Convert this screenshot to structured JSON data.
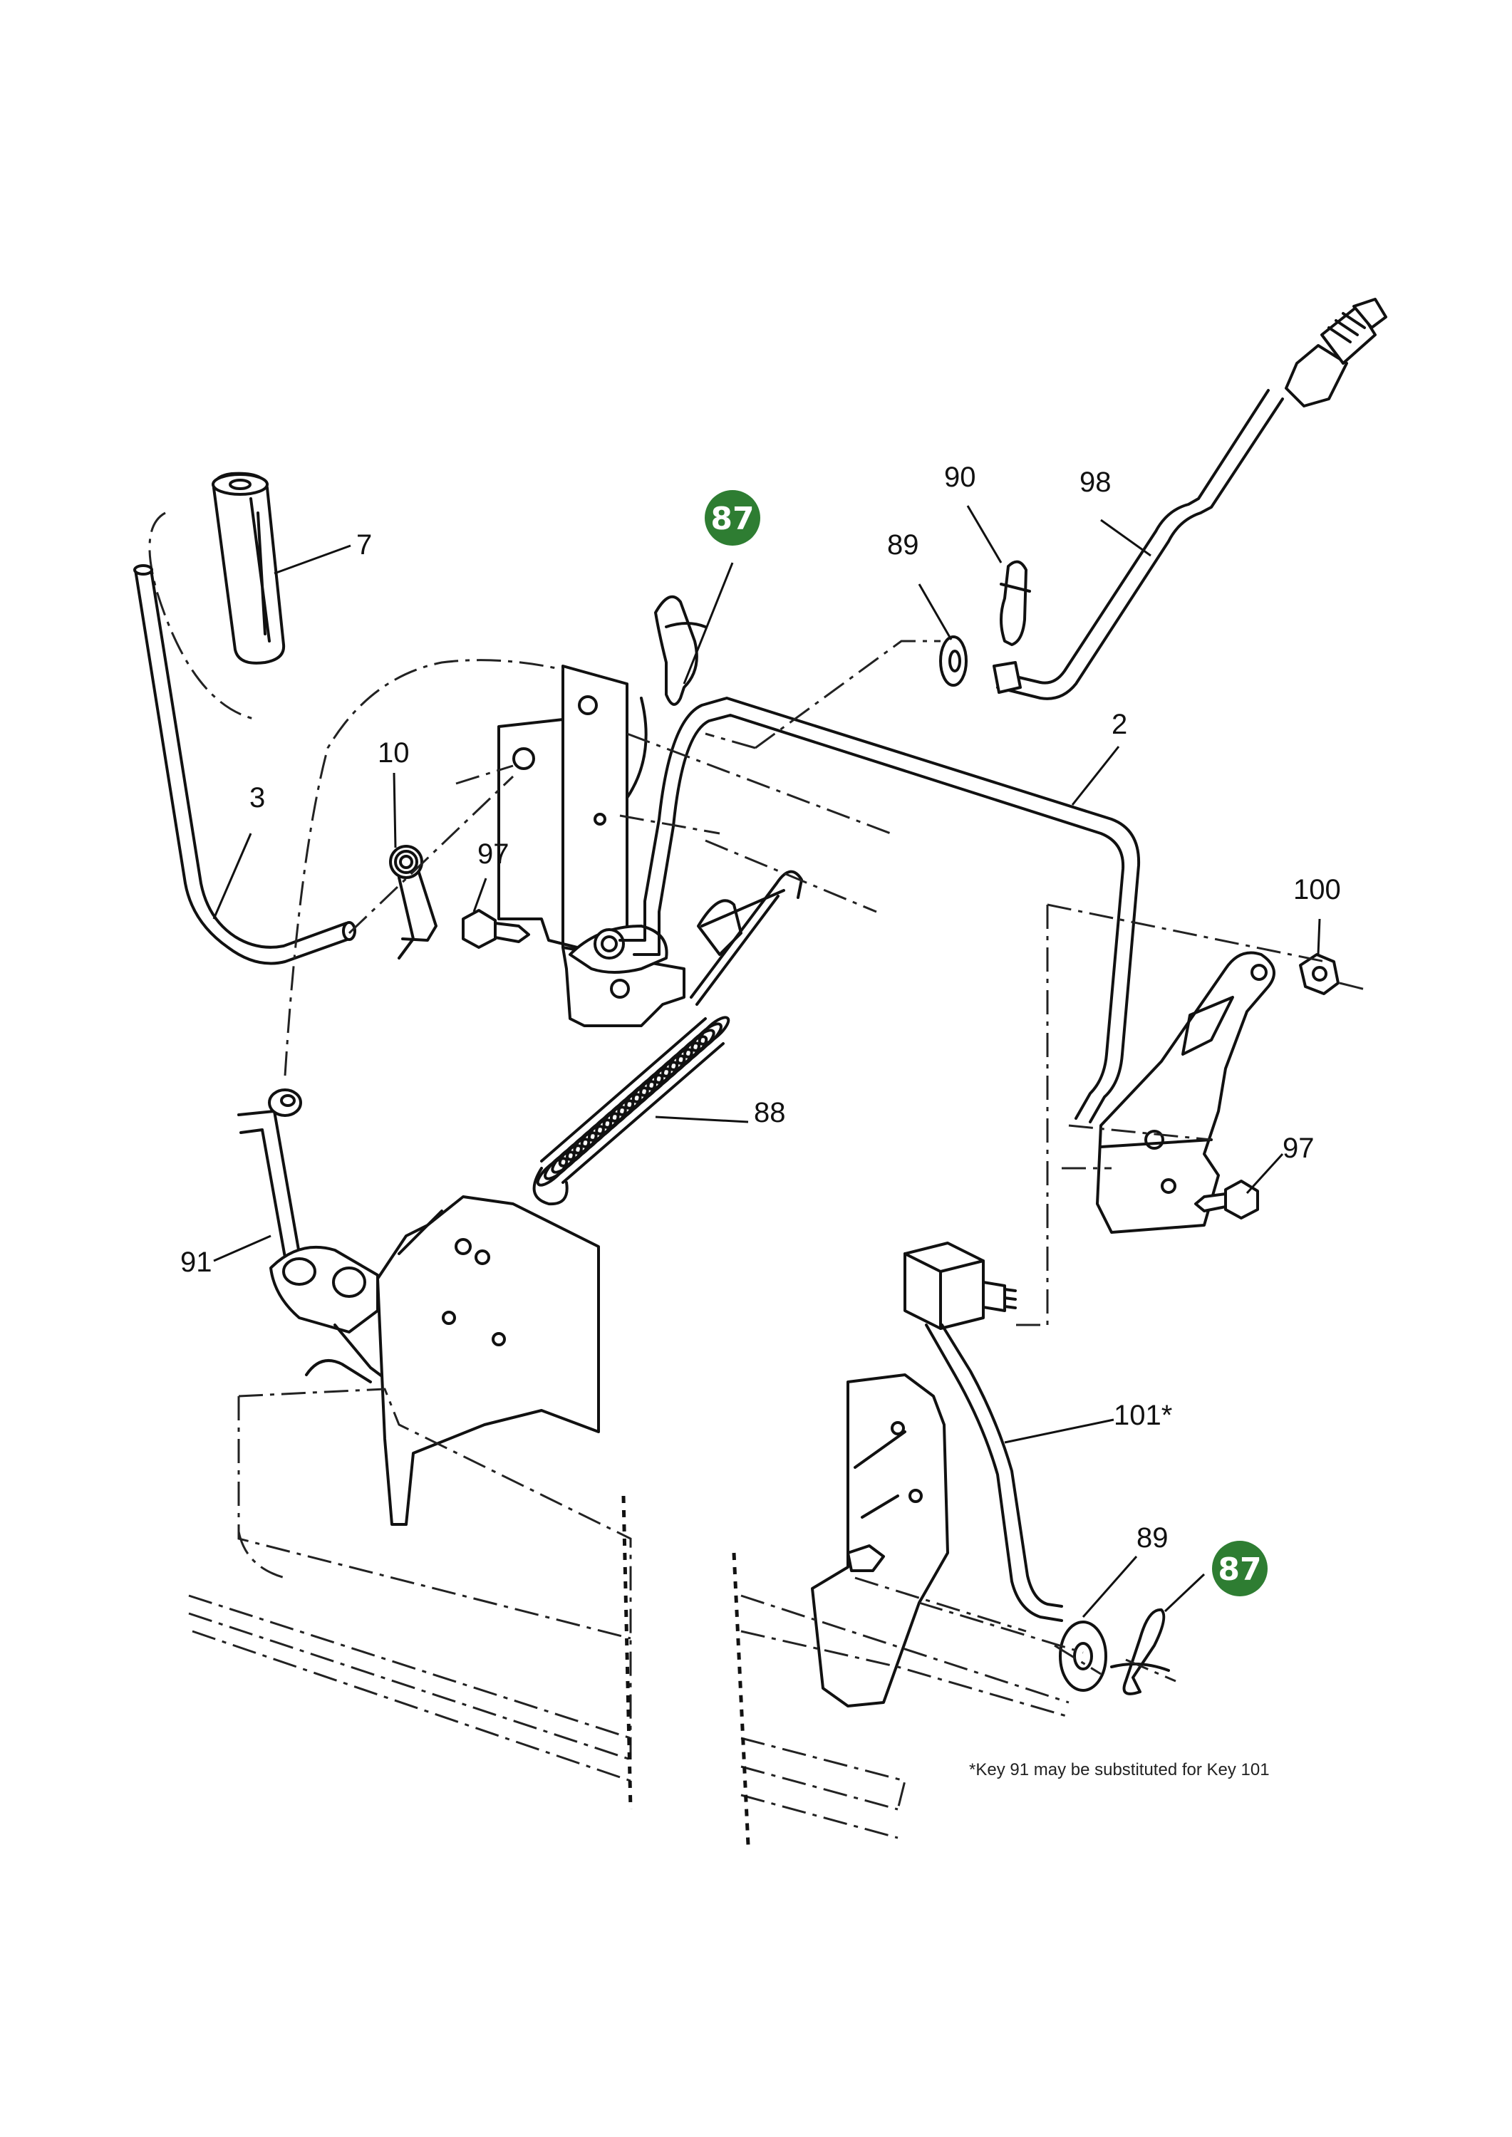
{
  "colors": {
    "badge": "#2e7d32",
    "line": "#111111",
    "background": "#ffffff"
  },
  "labels": {
    "p7": "7",
    "p87a": "87",
    "p90": "90",
    "p98": "98",
    "p89a": "89",
    "p2": "2",
    "p10": "10",
    "p3": "3",
    "p97a": "97",
    "p100": "100",
    "p88": "88",
    "p97b": "97",
    "p91": "91",
    "p101": "101*",
    "p89b": "89",
    "p87b": "87"
  },
  "footnote": "*Key 91 may be substituted for Key 101"
}
